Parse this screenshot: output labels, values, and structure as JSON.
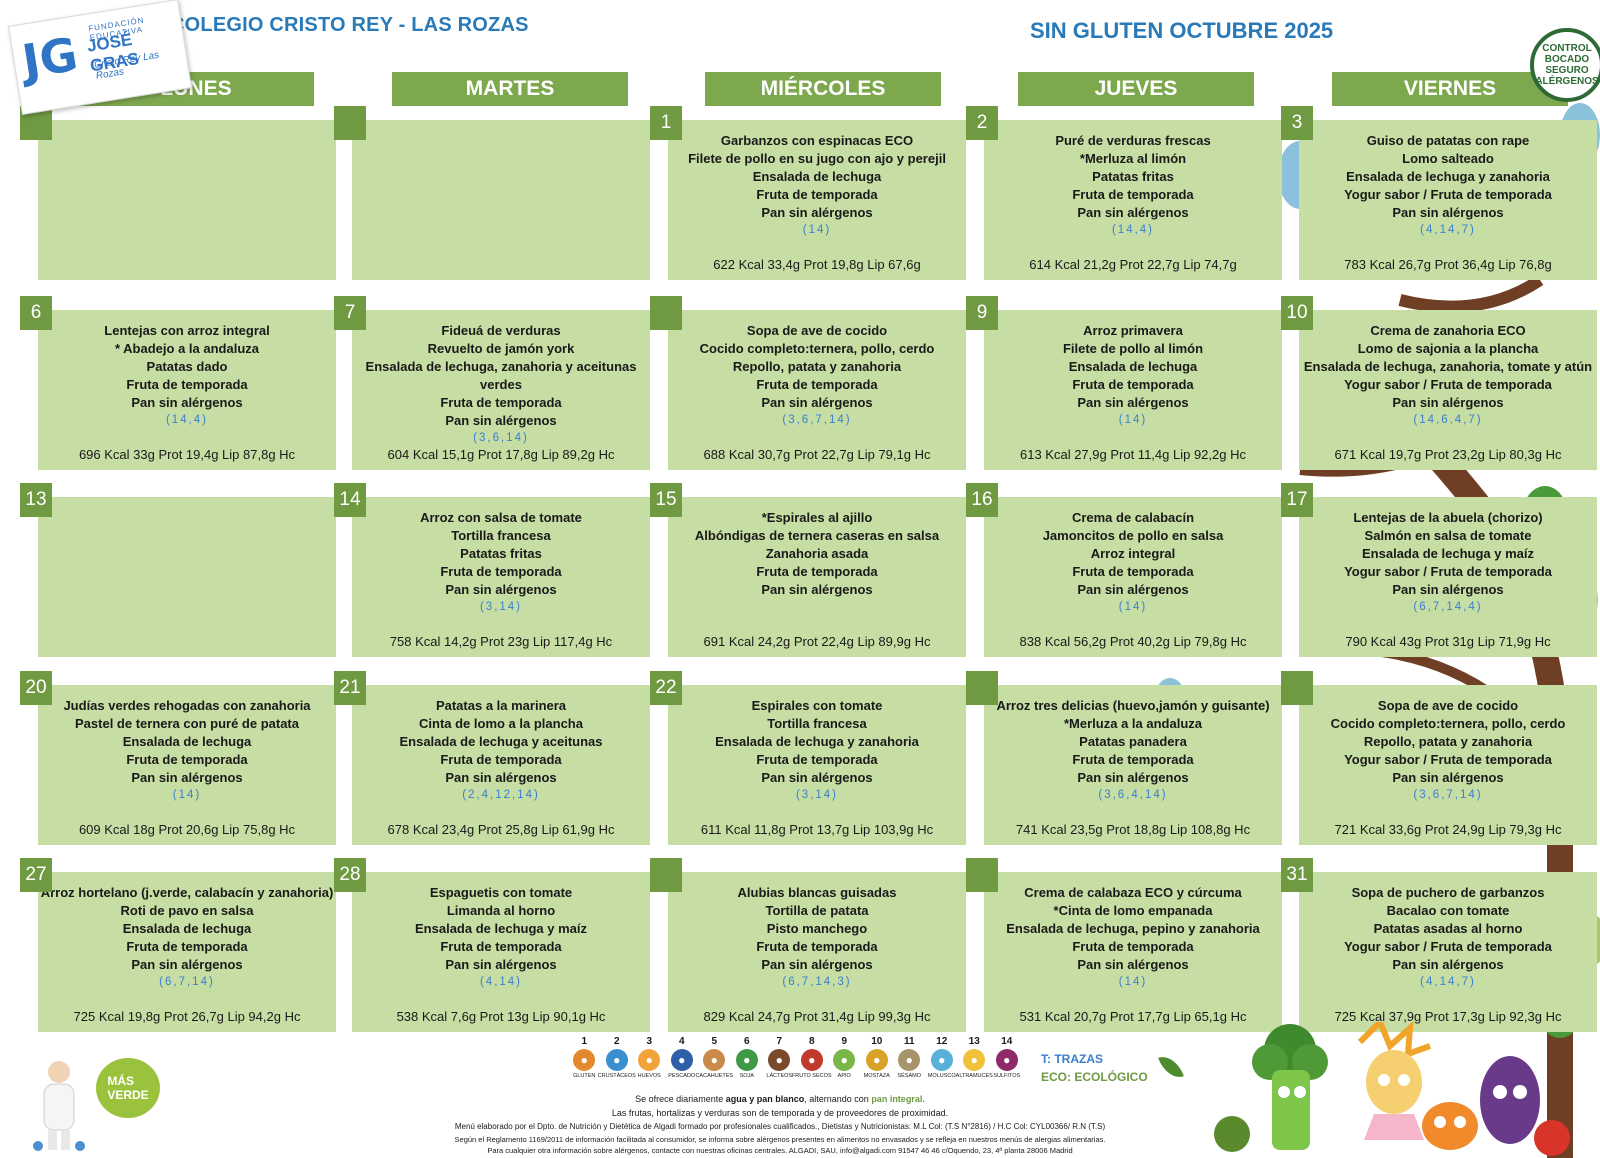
{
  "header": {
    "school": "COLEGIO CRISTO REY  - LAS ROZAS",
    "menu_title": "SIN GLUTEN  OCTUBRE 2025",
    "logo": {
      "top": "FUNDACIÓN EDUCATIVA",
      "name": "JOSÉ GRAS",
      "sub": "Cristo Rey Las Rozas",
      "mark": "JG"
    },
    "seal": [
      "CONTROL",
      "BOCADO",
      "SEGURO",
      "ALÉRGENOS"
    ]
  },
  "weekdays": [
    "LUNES",
    "MARTES",
    "MIÉRCOLES",
    "JUEVES",
    "VIERNES"
  ],
  "weeks": [
    [
      {
        "day": "",
        "dishes": [],
        "allergens": "",
        "kcal": ""
      },
      {
        "day": "",
        "dishes": [],
        "allergens": "",
        "kcal": ""
      },
      {
        "day": "1",
        "dishes": [
          "Garbanzos con espinacas ECO",
          "Filete de pollo en su jugo con ajo y perejil",
          "Ensalada de lechuga",
          "Fruta de temporada",
          "Pan sin alérgenos"
        ],
        "allergens": "(14)",
        "kcal": "622 Kcal 33,4g Prot 19,8g Lip 67,6g"
      },
      {
        "day": "2",
        "dishes": [
          "Puré de verduras frescas",
          "*Merluza al limón",
          "Patatas fritas",
          "Fruta de temporada",
          "Pan sin alérgenos"
        ],
        "allergens": "(14,4)",
        "kcal": "614 Kcal 21,2g Prot 22,7g Lip 74,7g"
      },
      {
        "day": "3",
        "dishes": [
          "Guiso de patatas con rape",
          "Lomo salteado",
          "Ensalada de lechuga y zanahoria",
          "Yogur sabor / Fruta de temporada",
          "Pan sin alérgenos"
        ],
        "allergens": "(4,14,7)",
        "kcal": "783 Kcal 26,7g Prot 36,4g Lip 76,8g"
      }
    ],
    [
      {
        "day": "6",
        "dishes": [
          "Lentejas con arroz integral",
          "* Abadejo a la andaluza",
          "Patatas dado",
          "Fruta de temporada",
          "Pan sin alérgenos"
        ],
        "allergens": "(14,4)",
        "kcal": "696 Kcal 33g Prot 19,4g Lip 87,8g Hc"
      },
      {
        "day": "7",
        "dishes": [
          "Fideuá de verduras",
          "Revuelto de jamón york",
          "Ensalada de lechuga, zanahoria y aceitunas verdes",
          "Fruta de temporada",
          "Pan sin alérgenos"
        ],
        "allergens": "(3,6,14)",
        "kcal": "604 Kcal 15,1g Prot 17,8g Lip 89,2g Hc"
      },
      {
        "day": "",
        "dishes": [
          "Sopa de ave de cocido",
          "Cocido completo:ternera, pollo, cerdo",
          "Repollo, patata y zanahoria",
          "Fruta de temporada",
          "Pan sin alérgenos"
        ],
        "allergens": "(3,6,7,14)",
        "kcal": "688 Kcal 30,7g Prot 22,7g Lip 79,1g Hc"
      },
      {
        "day": "9",
        "dishes": [
          "Arroz primavera",
          "Filete de pollo al limón",
          "Ensalada de lechuga",
          "Fruta de temporada",
          "Pan sin alérgenos"
        ],
        "allergens": "(14)",
        "kcal": "613 Kcal 27,9g Prot 11,4g Lip 92,2g Hc"
      },
      {
        "day": "10",
        "dishes": [
          "Crema de zanahoria ECO",
          "Lomo de sajonia a la plancha",
          "Ensalada de lechuga, zanahoria, tomate y atún",
          "Yogur sabor / Fruta de temporada",
          "Pan sin alérgenos"
        ],
        "allergens": "(14,6,4,7)",
        "kcal": "671 Kcal 19,7g Prot 23,2g Lip 80,3g Hc"
      }
    ],
    [
      {
        "day": "13",
        "dishes": [],
        "allergens": "",
        "kcal": ""
      },
      {
        "day": "14",
        "dishes": [
          "Arroz con salsa de tomate",
          "Tortilla francesa",
          "Patatas fritas",
          "Fruta de temporada",
          "Pan sin alérgenos"
        ],
        "allergens": "(3,14)",
        "kcal": "758 Kcal 14,2g Prot 23g Lip 117,4g Hc"
      },
      {
        "day": "15",
        "dishes": [
          "*Espirales al ajillo",
          "Albóndigas de ternera caseras en salsa",
          "Zanahoria asada",
          "Fruta de temporada",
          "Pan sin alérgenos"
        ],
        "allergens": "",
        "kcal": "691 Kcal 24,2g Prot 22,4g Lip 89,9g Hc"
      },
      {
        "day": "16",
        "dishes": [
          "Crema de calabacín",
          "Jamoncitos de pollo en salsa",
          "Arroz integral",
          "Fruta de temporada",
          "Pan sin alérgenos"
        ],
        "allergens": "(14)",
        "kcal": "838 Kcal 56,2g Prot 40,2g Lip 79,8g Hc"
      },
      {
        "day": "17",
        "dishes": [
          "Lentejas de la abuela (chorizo)",
          "Salmón en salsa de tomate",
          "Ensalada de lechuga y maíz",
          "Yogur sabor / Fruta de temporada",
          "Pan sin alérgenos"
        ],
        "allergens": "(6,7,14,4)",
        "kcal": "790 Kcal 43g Prot 31g Lip 71,9g Hc"
      }
    ],
    [
      {
        "day": "20",
        "dishes": [
          "Judías verdes rehogadas con zanahoria",
          "Pastel de ternera con puré de patata",
          "Ensalada de lechuga",
          "Fruta de temporada",
          "Pan sin alérgenos"
        ],
        "allergens": "(14)",
        "kcal": "609 Kcal 18g Prot 20,6g Lip 75,8g Hc"
      },
      {
        "day": "21",
        "dishes": [
          "Patatas a la marinera",
          "Cinta de lomo a la plancha",
          "Ensalada de lechuga y aceitunas",
          "Fruta de temporada",
          "Pan sin alérgenos"
        ],
        "allergens": "(2,4,12,14)",
        "kcal": "678 Kcal 23,4g Prot 25,8g Lip 61,9g Hc"
      },
      {
        "day": "22",
        "dishes": [
          "Espirales con tomate",
          "Tortilla francesa",
          "Ensalada de lechuga y zanahoria",
          "Fruta de temporada",
          "Pan sin alérgenos"
        ],
        "allergens": "(3,14)",
        "kcal": "611 Kcal 11,8g Prot 13,7g Lip 103,9g Hc"
      },
      {
        "day": "",
        "dishes": [
          "Arroz tres delicias (huevo,jamón y guisante)",
          "*Merluza a la andaluza",
          "Patatas panadera",
          "Fruta de temporada",
          "Pan sin alérgenos"
        ],
        "allergens": "(3,6,4,14)",
        "kcal": "741 Kcal 23,5g Prot 18,8g Lip 108,8g Hc"
      },
      {
        "day": "",
        "dishes": [
          "Sopa de ave de cocido",
          "Cocido completo:ternera, pollo, cerdo",
          "Repollo, patata y zanahoria",
          "Yogur sabor / Fruta de temporada",
          "Pan sin alérgenos"
        ],
        "allergens": "(3,6,7,14)",
        "kcal": "721 Kcal 33,6g Prot 24,9g Lip 79,3g Hc"
      }
    ],
    [
      {
        "day": "27",
        "dishes": [
          "Arroz hortelano (j.verde, calabacín y zanahoria)",
          "Roti de pavo en salsa",
          "Ensalada de lechuga",
          "Fruta de temporada",
          "Pan sin alérgenos"
        ],
        "allergens": "(6,7,14)",
        "kcal": "725 Kcal 19,8g Prot 26,7g Lip 94,2g Hc"
      },
      {
        "day": "28",
        "dishes": [
          "Espaguetis con tomate",
          "Limanda al horno",
          "Ensalada de lechuga y maíz",
          "Fruta de temporada",
          "Pan sin alérgenos"
        ],
        "allergens": "(4,14)",
        "kcal": "538 Kcal 7,6g Prot 13g Lip 90,1g Hc"
      },
      {
        "day": "",
        "dishes": [
          "Alubias blancas guisadas",
          "Tortilla de patata",
          "Pisto manchego",
          "Fruta de temporada",
          "Pan sin alérgenos"
        ],
        "allergens": "(6,7,14,3)",
        "kcal": "829 Kcal 24,7g Prot 31,4g Lip 99,3g Hc"
      },
      {
        "day": "",
        "dishes": [
          "Crema de calabaza ECO y cúrcuma",
          "*Cinta de lomo empanada",
          "Ensalada de lechuga, pepino y zanahoria",
          "Fruta de temporada",
          "Pan sin alérgenos"
        ],
        "allergens": "(14)",
        "kcal": "531 Kcal 20,7g Prot 17,7g Lip 65,1g Hc"
      },
      {
        "day": "31",
        "dishes": [
          "Sopa de puchero de garbanzos",
          "Bacalao con tomate",
          "Patatas asadas al horno",
          "Yogur sabor / Fruta de temporada",
          "Pan sin alérgenos"
        ],
        "allergens": "(4,14,7)",
        "kcal": "725 Kcal 37,9g Prot 17,3g Lip 92,3g Hc"
      }
    ]
  ],
  "allergens": [
    {
      "n": "1",
      "label": "GLUTEN",
      "color": "#e58a2c"
    },
    {
      "n": "2",
      "label": "CRUSTÁCEOS",
      "color": "#3a8fd0"
    },
    {
      "n": "3",
      "label": "HUEVOS",
      "color": "#f2a43a"
    },
    {
      "n": "4",
      "label": "PESCADO",
      "color": "#2f5fa8"
    },
    {
      "n": "5",
      "label": "CACAHUETES",
      "color": "#c98a4a"
    },
    {
      "n": "6",
      "label": "SOJA",
      "color": "#3f9a48"
    },
    {
      "n": "7",
      "label": "LÁCTEOS",
      "color": "#7a4a2a"
    },
    {
      "n": "8",
      "label": "FRUTO SECOS",
      "color": "#c0392b"
    },
    {
      "n": "9",
      "label": "APIO",
      "color": "#7ab648"
    },
    {
      "n": "10",
      "label": "MOSTAZA",
      "color": "#d9a32a"
    },
    {
      "n": "11",
      "label": "SÉSAMO",
      "color": "#a8946a"
    },
    {
      "n": "12",
      "label": "MOLUSCO",
      "color": "#5ab0d8"
    },
    {
      "n": "13",
      "label": "ALTRAMUCES",
      "color": "#f0c23a"
    },
    {
      "n": "14",
      "label": "SULFITOS",
      "color": "#8e2a6a"
    }
  ],
  "legend": {
    "t": "T: TRAZAS",
    "eco": "ECO: ECOLÓGICO"
  },
  "footer": {
    "line1a": "Se ofrece diariamente ",
    "line1b": "agua y pan blanco",
    "line1c": ", alternando con ",
    "line1d": "pan integral.",
    "line2": "Las frutas, hortalizas y verduras son de temporada y de proveedores de proximidad.",
    "line3": "Menú elaborado por el Dpto. de Nutrición y Dietética de Algadi formado por profesionales cualificados., Dietistas y Nutricionistas: M.L Col: (T.S N°2816) / H.C Col: CYL00366/ R.N (T.S)",
    "line4": "Según el Reglamento 1169/2011 de información facilitada al consumidor, se informa sobre alérgenos presentes en alimentos no envasados y se refleja en nuestros menús de alergias alimentarias.",
    "line5": "Para cualquier otra información sobre alérgenos, contacte con nuestras oficinas centrales. ALGADI, SAU, info@algadi.com 91547 46 46 c/Oquendo, 23, 4ª planta 28006 Madrid"
  },
  "badge": {
    "line1": "MÁS",
    "line2": "VERDE"
  }
}
